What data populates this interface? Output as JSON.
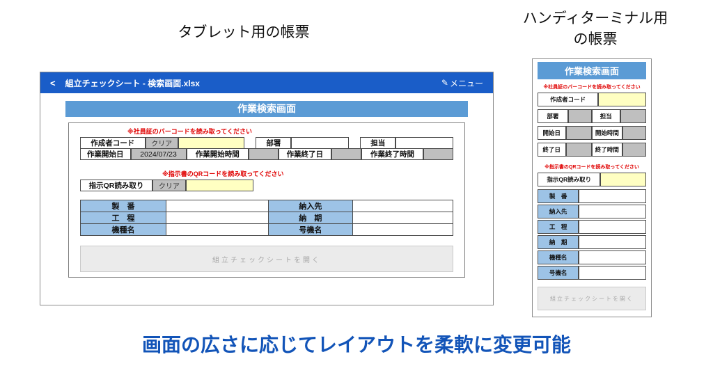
{
  "captions": {
    "tablet": "タブレット用の帳票",
    "handy_line1": "ハンディターミナル用",
    "handy_line2": "の帳票",
    "bottom": "画面の広さに応じてレイアウトを柔軟に変更可能"
  },
  "tablet": {
    "titlebar": {
      "back_icon": "<",
      "title": "組立チェックシート - 検索画面.xlsx",
      "menu_icon": "✎",
      "menu_label": "メニュー"
    },
    "screen_title": "作業検索画面",
    "notes": {
      "barcode": "※社員証のバーコードを読み取ってください",
      "qr": "※指示書のQRコードを読み取ってください"
    },
    "row_creator": {
      "label": "作成者コード",
      "clear_button": "クリア",
      "value": "",
      "dept_label": "部署",
      "dept_value": "",
      "person_label": "担当",
      "person_value": ""
    },
    "row_dates": {
      "start_date_label": "作業開始日",
      "start_date_value": "2024/07/23",
      "start_time_label": "作業開始時間",
      "start_time_value": "",
      "end_date_label": "作業終了日",
      "end_date_value": "",
      "end_time_label": "作業終了時間",
      "end_time_value": ""
    },
    "row_qr": {
      "label": "指示QR読み取り",
      "clear_button": "クリア",
      "value": ""
    },
    "detail_table": {
      "rows": [
        {
          "left_label": "製　番",
          "left_value": "",
          "right_label": "納入先",
          "right_value": ""
        },
        {
          "left_label": "工　程",
          "left_value": "",
          "right_label": "納　期",
          "right_value": ""
        },
        {
          "left_label": "機種名",
          "left_value": "",
          "right_label": "号機名",
          "right_value": ""
        }
      ]
    },
    "open_button": "組立チェックシートを開く"
  },
  "handy": {
    "screen_title": "作業検索画面",
    "notes": {
      "barcode": "※社員証のバーコードを読み取ってください",
      "qr": "※指示書のQRコードを読み取ってください"
    },
    "creator_label": "作成者コード",
    "creator_value": "",
    "dept_label": "部署",
    "dept_value": "",
    "person_label": "担当",
    "person_value": "",
    "start_date_label": "開始日",
    "start_date_value": "",
    "start_time_label": "開始時間",
    "start_time_value": "",
    "end_date_label": "終了日",
    "end_date_value": "",
    "end_time_label": "終了時間",
    "end_time_value": "",
    "qr_label": "指示QR読み取り",
    "qr_value": "",
    "detail_rows": [
      {
        "label": "製　番",
        "value": ""
      },
      {
        "label": "納入先",
        "value": ""
      },
      {
        "label": "工　程",
        "value": ""
      },
      {
        "label": "納　期",
        "value": ""
      },
      {
        "label": "機種名",
        "value": ""
      },
      {
        "label": "号機名",
        "value": ""
      }
    ],
    "open_button": "組立チェックシートを開く"
  },
  "colors": {
    "titlebar_blue": "#1a5dc8",
    "section_header_blue": "#5b9bd5",
    "label_cell_blue": "#9dc3e6",
    "input_yellow": "#ffffc2",
    "field_gray": "#bfbfbf",
    "note_red": "#e00000",
    "caption_blue": "#1254b8",
    "disabled_button_gray": "#ebebeb"
  }
}
